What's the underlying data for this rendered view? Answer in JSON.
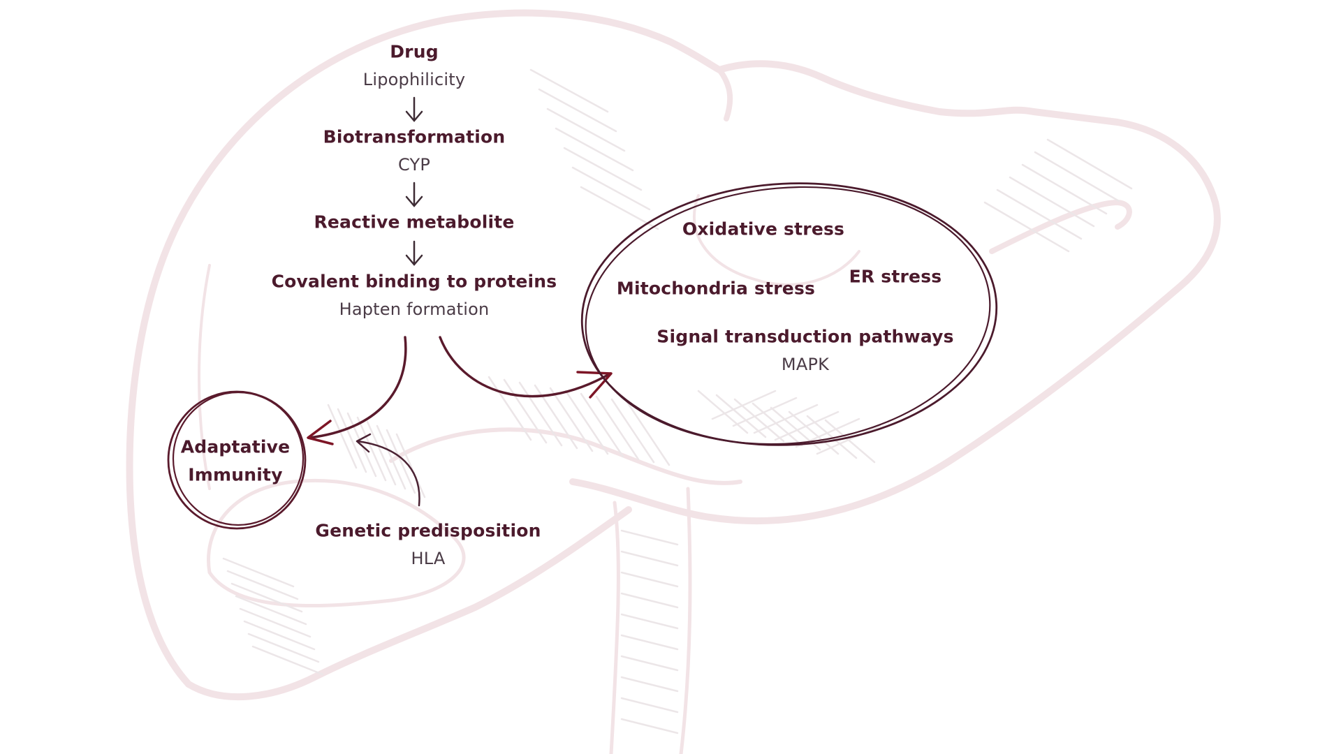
{
  "colors": {
    "background": "#ffffff",
    "liver_outline": "#f2e3e6",
    "liver_hatch": "#ece6e8",
    "accent": "#5a1a2c",
    "accent_highlight": "#7d1526",
    "bold_text": "#4b1a2c",
    "regular_text": "#4a3b46"
  },
  "pathway": [
    {
      "title": "Drug",
      "subtitle": "Lipophilicity"
    },
    {
      "title": "Biotransformation",
      "subtitle": "CYP"
    },
    {
      "title": "Reactive metabolite",
      "subtitle": ""
    },
    {
      "title": "Covalent binding to proteins",
      "subtitle": "Hapten formation"
    }
  ],
  "down_arrow_glyph": "↓",
  "stress_cluster": {
    "items": [
      {
        "title": "Oxidative stress"
      },
      {
        "title": "Mitochondria stress"
      },
      {
        "title": "ER stress"
      },
      {
        "title": "Signal transduction pathways",
        "subtitle": "MAPK"
      }
    ]
  },
  "immunity_node": {
    "line1": "Adaptative",
    "line2": "Immunity"
  },
  "genetic_node": {
    "title": "Genetic predisposition",
    "subtitle": "HLA"
  },
  "edges": [
    {
      "from": "Covalent binding to proteins",
      "to": "Adaptative Immunity"
    },
    {
      "from": "Covalent binding to proteins",
      "to": "stress_cluster"
    },
    {
      "from": "Genetic predisposition",
      "to": "Adaptative Immunity"
    },
    {
      "from": "Drug",
      "to": "Biotransformation"
    },
    {
      "from": "Biotransformation",
      "to": "Reactive metabolite"
    },
    {
      "from": "Reactive metabolite",
      "to": "Covalent binding to proteins"
    }
  ],
  "background_illustration": "liver-outline"
}
